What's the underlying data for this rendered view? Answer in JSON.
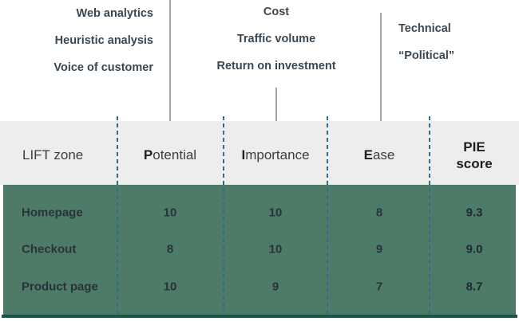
{
  "annotations": {
    "potential_inputs": [
      "Web analytics",
      "Heuristic analysis",
      "Voice of customer"
    ],
    "importance_inputs": [
      "Cost",
      "Traffic volume",
      "Return on investment"
    ],
    "ease_inputs": [
      "Technical",
      "“Political”"
    ]
  },
  "table": {
    "header": {
      "lift_zone": "LIFT zone",
      "potential": {
        "bold": "P",
        "rest": "otential"
      },
      "importance": {
        "bold": "I",
        "rest": "mportance"
      },
      "ease": {
        "bold": "E",
        "rest": "ase"
      },
      "pie_score_line1": "PIE",
      "pie_score_line2": "score"
    },
    "rows": [
      {
        "label": "Homepage",
        "potential": "10",
        "importance": "10",
        "ease": "8",
        "pie": "9.3"
      },
      {
        "label": "Checkout",
        "potential": "8",
        "importance": "10",
        "ease": "9",
        "pie": "9.0"
      },
      {
        "label": "Product page",
        "potential": "10",
        "importance": "9",
        "ease": "7",
        "pie": "8.7"
      }
    ]
  },
  "colors": {
    "body_green": "#4e7b67",
    "bottom_rule_green": "#1a5345",
    "dashed_divider_blue": "#2b6e91",
    "pointer_line_gray": "#a5a5a5",
    "header_bg": "#ededed",
    "annotation_text": "#3b4750",
    "header_text": "#3d3d3d",
    "body_text": "#27333b"
  }
}
